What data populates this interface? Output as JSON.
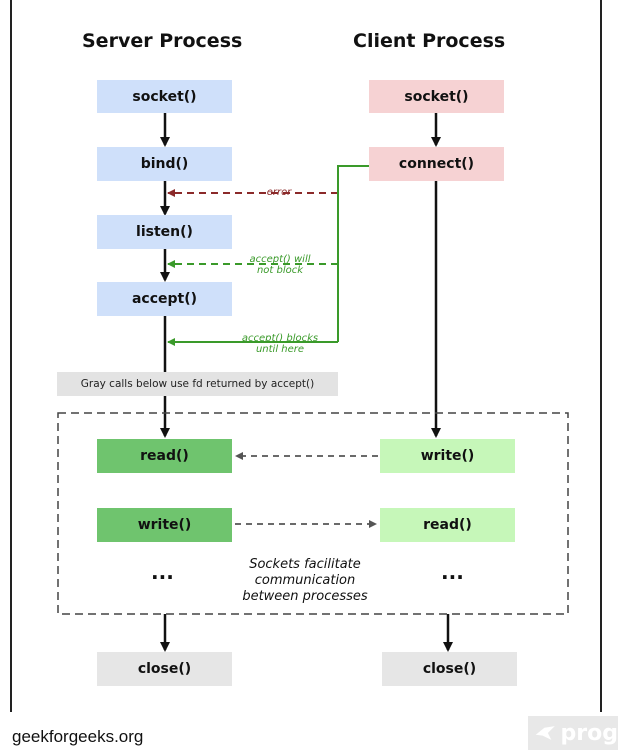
{
  "server_title": "Server Process",
  "client_title": "Client Process",
  "server": {
    "socket": "socket()",
    "bind": "bind()",
    "listen": "listen()",
    "accept": "accept()",
    "read": "read()",
    "write": "write()",
    "close": "close()",
    "ellipsis": "..."
  },
  "client": {
    "socket": "socket()",
    "connect": "connect()",
    "write": "write()",
    "read": "read()",
    "close": "close()",
    "ellipsis": "..."
  },
  "labels": {
    "error": "error",
    "accept_not_block_1": "accept() will",
    "accept_not_block_2": "not block",
    "accept_blocks_1": "accept() blocks",
    "accept_blocks_2": "until here",
    "gray_note": "Gray calls below use fd returned by accept()",
    "sockets_1": "Sockets facilitate",
    "sockets_2": "communication",
    "sockets_3": "between processes"
  },
  "footer": "geekforgeeks.org",
  "watermark": "prog",
  "colors": {
    "server_blue": "#cfe0fa",
    "client_pink": "#f6d2d3",
    "dark_green": "#6fc46e",
    "light_green": "#c6f7b9",
    "gray": "#e6e6e6",
    "error_red": "#8b2a2a",
    "accept_green": "#3a9a2a"
  }
}
